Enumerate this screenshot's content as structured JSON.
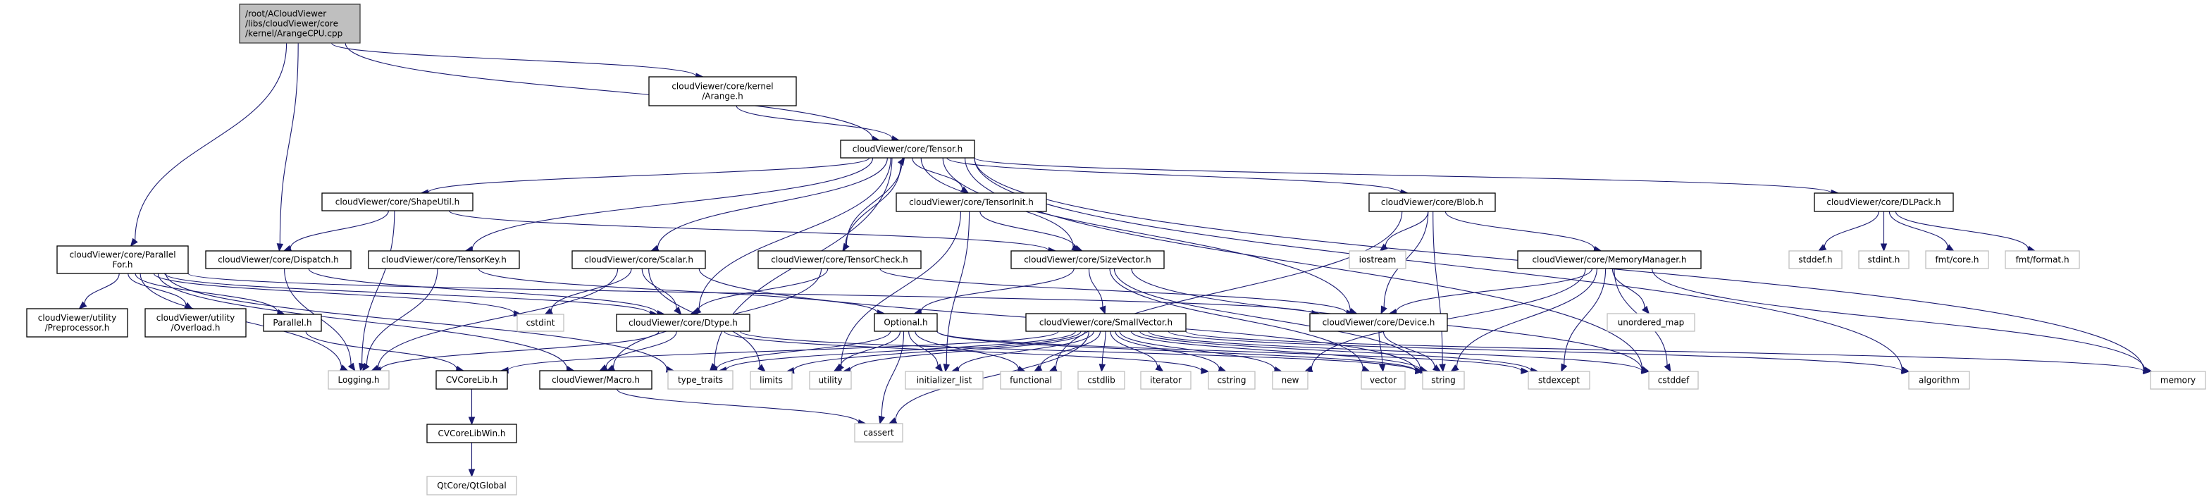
{
  "colors": {
    "edge": "#191970",
    "root_fill": "#bfbfbf",
    "documented_border": "#000000",
    "external_border": "#bfbfbf"
  },
  "nodes": [
    {
      "id": "root",
      "label": [
        "/root/ACloudViewer",
        "/libs/cloudViewer/core",
        "/kernel/ArangeCPU.cpp"
      ],
      "kind": "root"
    },
    {
      "id": "arange",
      "label": [
        "cloudViewer/core/kernel",
        "/Arange.h"
      ],
      "kind": "doc"
    },
    {
      "id": "tensor",
      "label": [
        "cloudViewer/core/Tensor.h"
      ],
      "kind": "doc"
    },
    {
      "id": "shapeutil",
      "label": [
        "cloudViewer/core/ShapeUtil.h"
      ],
      "kind": "doc"
    },
    {
      "id": "parallelfor",
      "label": [
        "cloudViewer/core/Parallel",
        "For.h"
      ],
      "kind": "doc"
    },
    {
      "id": "dispatch",
      "label": [
        "cloudViewer/core/Dispatch.h"
      ],
      "kind": "doc"
    },
    {
      "id": "tensorkey",
      "label": [
        "cloudViewer/core/TensorKey.h"
      ],
      "kind": "doc"
    },
    {
      "id": "scalar",
      "label": [
        "cloudViewer/core/Scalar.h"
      ],
      "kind": "doc"
    },
    {
      "id": "tensorcheck",
      "label": [
        "cloudViewer/core/TensorCheck.h"
      ],
      "kind": "doc"
    },
    {
      "id": "tensorinit",
      "label": [
        "cloudViewer/core/TensorInit.h"
      ],
      "kind": "doc"
    },
    {
      "id": "sizevector",
      "label": [
        "cloudViewer/core/SizeVector.h"
      ],
      "kind": "doc"
    },
    {
      "id": "blob",
      "label": [
        "cloudViewer/core/Blob.h"
      ],
      "kind": "doc"
    },
    {
      "id": "iostream",
      "label": [
        "iostream"
      ],
      "kind": "ext"
    },
    {
      "id": "memorymanager",
      "label": [
        "cloudViewer/core/MemoryManager.h"
      ],
      "kind": "doc"
    },
    {
      "id": "dlpack",
      "label": [
        "cloudViewer/core/DLPack.h"
      ],
      "kind": "doc"
    },
    {
      "id": "stddef_h",
      "label": [
        "stddef.h"
      ],
      "kind": "ext"
    },
    {
      "id": "stdint_h",
      "label": [
        "stdint.h"
      ],
      "kind": "ext"
    },
    {
      "id": "fmtcore",
      "label": [
        "fmt/core.h"
      ],
      "kind": "ext"
    },
    {
      "id": "fmtformat",
      "label": [
        "fmt/format.h"
      ],
      "kind": "ext"
    },
    {
      "id": "preprocessor",
      "label": [
        "cloudViewer/utility",
        "/Preprocessor.h"
      ],
      "kind": "doc"
    },
    {
      "id": "overload",
      "label": [
        "cloudViewer/utility",
        "/Overload.h"
      ],
      "kind": "doc"
    },
    {
      "id": "parallel",
      "label": [
        "Parallel.h"
      ],
      "kind": "doc"
    },
    {
      "id": "cstdint",
      "label": [
        "cstdint"
      ],
      "kind": "ext"
    },
    {
      "id": "dtype",
      "label": [
        "cloudViewer/core/Dtype.h"
      ],
      "kind": "doc"
    },
    {
      "id": "optional",
      "label": [
        "Optional.h"
      ],
      "kind": "doc"
    },
    {
      "id": "smallvector",
      "label": [
        "cloudViewer/core/SmallVector.h"
      ],
      "kind": "doc"
    },
    {
      "id": "device",
      "label": [
        "cloudViewer/core/Device.h"
      ],
      "kind": "doc"
    },
    {
      "id": "unordered_map",
      "label": [
        "unordered_map"
      ],
      "kind": "ext"
    },
    {
      "id": "logging",
      "label": [
        "Logging.h"
      ],
      "kind": "ext"
    },
    {
      "id": "cvcorelib",
      "label": [
        "CVCoreLib.h"
      ],
      "kind": "doc"
    },
    {
      "id": "macro",
      "label": [
        "cloudViewer/Macro.h"
      ],
      "kind": "doc"
    },
    {
      "id": "type_traits",
      "label": [
        "type_traits"
      ],
      "kind": "ext"
    },
    {
      "id": "limits",
      "label": [
        "limits"
      ],
      "kind": "ext"
    },
    {
      "id": "utility",
      "label": [
        "utility"
      ],
      "kind": "ext"
    },
    {
      "id": "initializer_list",
      "label": [
        "initializer_list"
      ],
      "kind": "ext"
    },
    {
      "id": "functional",
      "label": [
        "functional"
      ],
      "kind": "ext"
    },
    {
      "id": "cstdlib",
      "label": [
        "cstdlib"
      ],
      "kind": "ext"
    },
    {
      "id": "iterator",
      "label": [
        "iterator"
      ],
      "kind": "ext"
    },
    {
      "id": "cstring",
      "label": [
        "cstring"
      ],
      "kind": "ext"
    },
    {
      "id": "new",
      "label": [
        "new"
      ],
      "kind": "ext"
    },
    {
      "id": "vector",
      "label": [
        "vector"
      ],
      "kind": "ext"
    },
    {
      "id": "string",
      "label": [
        "string"
      ],
      "kind": "ext"
    },
    {
      "id": "stdexcept",
      "label": [
        "stdexcept"
      ],
      "kind": "ext"
    },
    {
      "id": "cstddef",
      "label": [
        "cstddef"
      ],
      "kind": "ext"
    },
    {
      "id": "algorithm",
      "label": [
        "algorithm"
      ],
      "kind": "ext"
    },
    {
      "id": "memory",
      "label": [
        "memory"
      ],
      "kind": "ext"
    },
    {
      "id": "cvcorelibwin",
      "label": [
        "CVCoreLibWin.h"
      ],
      "kind": "doc"
    },
    {
      "id": "cassert",
      "label": [
        "cassert"
      ],
      "kind": "ext"
    },
    {
      "id": "qtglobal",
      "label": [
        "QtCore/QtGlobal"
      ],
      "kind": "ext"
    }
  ],
  "edges": [
    [
      "root",
      "arange"
    ],
    [
      "root",
      "tensor"
    ],
    [
      "root",
      "parallelfor"
    ],
    [
      "root",
      "dispatch"
    ],
    [
      "arange",
      "tensor"
    ],
    [
      "tensor",
      "shapeutil"
    ],
    [
      "tensor",
      "tensorkey"
    ],
    [
      "tensor",
      "scalar"
    ],
    [
      "tensor",
      "tensorcheck"
    ],
    [
      "tensor",
      "tensorinit"
    ],
    [
      "tensor",
      "sizevector"
    ],
    [
      "tensor",
      "blob"
    ],
    [
      "tensor",
      "dlpack"
    ],
    [
      "tensor",
      "dtype"
    ],
    [
      "tensor",
      "device"
    ],
    [
      "tensor",
      "type_traits"
    ],
    [
      "tensor",
      "cstddef"
    ],
    [
      "tensor",
      "algorithm"
    ],
    [
      "tensor",
      "memory"
    ],
    [
      "tensorcheck",
      "tensor"
    ],
    [
      "tensorcheck",
      "dtype"
    ],
    [
      "tensorcheck",
      "macro"
    ],
    [
      "tensorcheck",
      "device"
    ],
    [
      "shapeutil",
      "dispatch"
    ],
    [
      "shapeutil",
      "sizevector"
    ],
    [
      "shapeutil",
      "logging"
    ],
    [
      "parallelfor",
      "preprocessor"
    ],
    [
      "parallelfor",
      "overload"
    ],
    [
      "parallelfor",
      "parallel"
    ],
    [
      "parallelfor",
      "logging"
    ],
    [
      "parallelfor",
      "cstdint"
    ],
    [
      "parallelfor",
      "dtype"
    ],
    [
      "parallelfor",
      "macro"
    ],
    [
      "parallelfor",
      "type_traits"
    ],
    [
      "parallelfor",
      "device"
    ],
    [
      "dispatch",
      "dtype"
    ],
    [
      "dispatch",
      "logging"
    ],
    [
      "tensorkey",
      "logging"
    ],
    [
      "tensorkey",
      "optional"
    ],
    [
      "scalar",
      "cstdint"
    ],
    [
      "scalar",
      "dtype"
    ],
    [
      "scalar",
      "logging"
    ],
    [
      "scalar",
      "limits"
    ],
    [
      "scalar",
      "string"
    ],
    [
      "dtype",
      "logging"
    ],
    [
      "dtype",
      "macro"
    ],
    [
      "dtype",
      "string"
    ],
    [
      "dtype",
      "cstring"
    ],
    [
      "parallel",
      "cvcorelib"
    ],
    [
      "cvcorelib",
      "cvcorelibwin"
    ],
    [
      "cvcorelibwin",
      "qtglobal"
    ],
    [
      "macro",
      "cassert"
    ],
    [
      "tensorinit",
      "sizevector"
    ],
    [
      "tensorinit",
      "utility"
    ],
    [
      "tensorinit",
      "initializer_list"
    ],
    [
      "sizevector",
      "optional"
    ],
    [
      "sizevector",
      "smallvector"
    ],
    [
      "sizevector",
      "cstddef"
    ],
    [
      "sizevector",
      "string"
    ],
    [
      "sizevector",
      "vector"
    ],
    [
      "blob",
      "iostream"
    ],
    [
      "blob",
      "memorymanager"
    ],
    [
      "blob",
      "device"
    ],
    [
      "blob",
      "string"
    ],
    [
      "blob",
      "functional"
    ],
    [
      "memorymanager",
      "device"
    ],
    [
      "memorymanager",
      "unordered_map"
    ],
    [
      "memorymanager",
      "string"
    ],
    [
      "memorymanager",
      "stdexcept"
    ],
    [
      "memorymanager",
      "cstddef"
    ],
    [
      "memorymanager",
      "memory"
    ],
    [
      "memorymanager",
      "new"
    ],
    [
      "dlpack",
      "stddef_h"
    ],
    [
      "dlpack",
      "stdint_h"
    ],
    [
      "dlpack",
      "fmtcore"
    ],
    [
      "dlpack",
      "fmtformat"
    ],
    [
      "optional",
      "type_traits"
    ],
    [
      "optional",
      "utility"
    ],
    [
      "optional",
      "initializer_list"
    ],
    [
      "optional",
      "functional"
    ],
    [
      "optional",
      "cassert"
    ],
    [
      "optional",
      "string"
    ],
    [
      "optional",
      "stdexcept"
    ],
    [
      "smallvector",
      "type_traits"
    ],
    [
      "smallvector",
      "cvcorelib"
    ],
    [
      "smallvector",
      "utility"
    ],
    [
      "smallvector",
      "initializer_list"
    ],
    [
      "smallvector",
      "functional"
    ],
    [
      "smallvector",
      "cstdlib"
    ],
    [
      "smallvector",
      "iterator"
    ],
    [
      "smallvector",
      "cstring"
    ],
    [
      "smallvector",
      "new"
    ],
    [
      "smallvector",
      "string"
    ],
    [
      "smallvector",
      "stdexcept"
    ],
    [
      "smallvector",
      "cstddef"
    ],
    [
      "smallvector",
      "algorithm"
    ],
    [
      "smallvector",
      "memory"
    ],
    [
      "smallvector",
      "cassert"
    ],
    [
      "smallvector",
      "limits"
    ],
    [
      "device",
      "vector"
    ],
    [
      "device",
      "string"
    ]
  ]
}
